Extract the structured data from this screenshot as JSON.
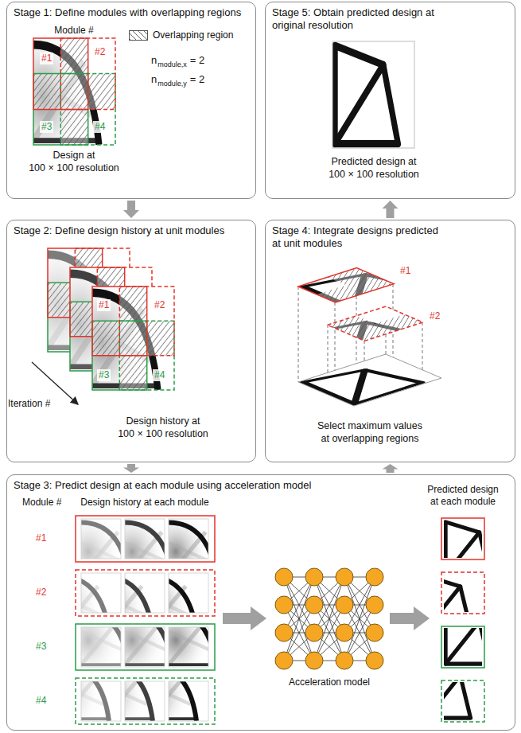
{
  "diagram": {
    "nodes": [
      {
        "text": [
          "Stage 1: Define modules with overlapping regions"
        ]
      },
      {
        "text": [
          "Stage 5: Obtain predicted design at original resolution"
        ]
      },
      {
        "text": [
          "Stage 2: Define design history at unit modules"
        ]
      },
      {
        "text": [
          "Stage 4: Integrate designs predicted at unit modules"
        ]
      },
      {
        "text": [
          "Stage 3: Predict design at each module using acceleration model"
        ]
      }
    ],
    "edges": [
      {
        "from": 0,
        "to": 2,
        "arrow": "to"
      },
      {
        "from": 2,
        "to": 4,
        "arrow": "to"
      },
      {
        "from": 4,
        "to": 3,
        "arrow": "to"
      },
      {
        "from": 3,
        "to": 1,
        "arrow": "to"
      }
    ],
    "labels": [
      "Module #",
      "#1",
      "#2",
      "#3",
      "#4",
      "n",
      "module,x",
      "= 2",
      "n",
      "module,y",
      "= 2",
      "Design at 100 × 100 resolution",
      "Predicted design at 100 × 100 resolution",
      "#1",
      "#2",
      "#3",
      "#4",
      "Iteration #",
      "Design history at 100 × 100 resolution",
      "#1",
      "#2",
      "Select maximum values at overlapping regions",
      "Module #",
      "Design history at each module",
      "#1",
      "#2",
      "#3",
      "#4",
      "Acceleration model",
      "Predicted design at each module"
    ],
    "legend": [
      {
        "text": "Overlapping region"
      }
    ]
  }
}
